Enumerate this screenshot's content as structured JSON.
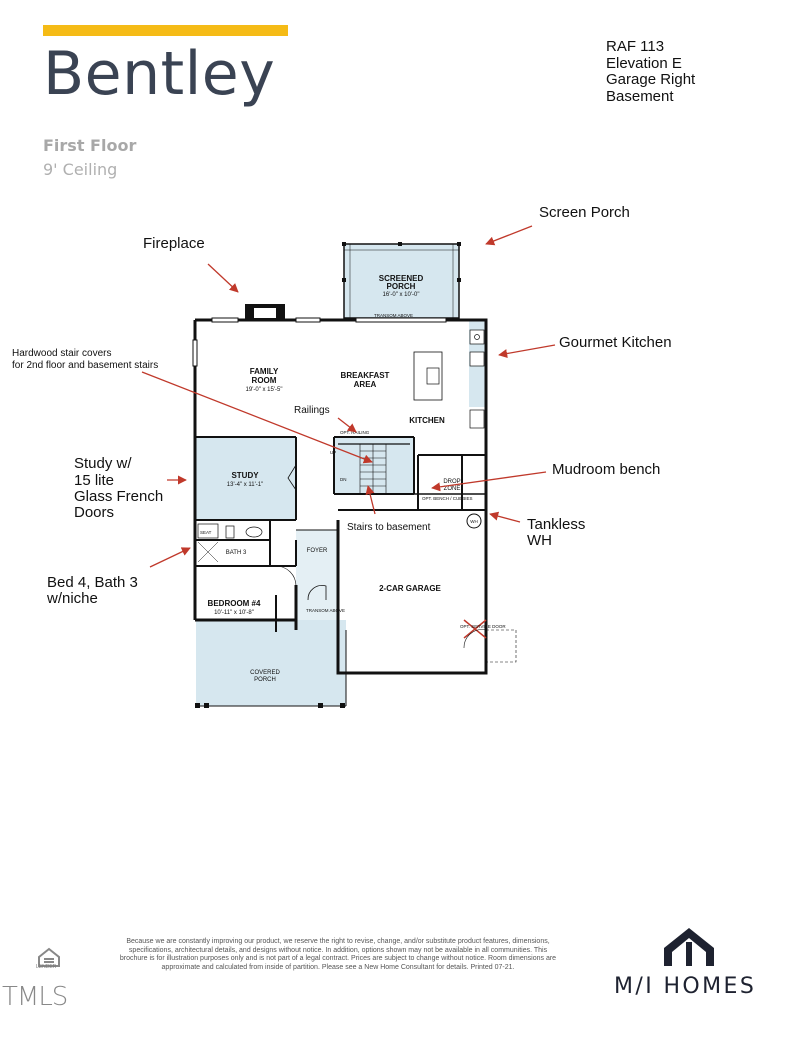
{
  "header": {
    "title": "Bentley",
    "floor": "First Floor",
    "ceiling": "9' Ceiling",
    "accent_color": "#f5bb16",
    "title_color": "#3a4353"
  },
  "model_info": [
    "RAF 113",
    "Elevation E",
    "Garage Right",
    "Basement"
  ],
  "callouts": {
    "screen_porch": "Screen Porch",
    "fireplace": "Fireplace",
    "gourmet_kitchen": "Gourmet Kitchen",
    "stair_covers_1": "Hardwood stair covers",
    "stair_covers_2": "for 2nd floor and basement stairs",
    "railings": "Railings",
    "study_1": "Study w/",
    "study_2": "15 lite",
    "study_3": "Glass French",
    "study_4": "Doors",
    "mudroom": "Mudroom bench",
    "tankless_1": "Tankless",
    "tankless_2": "WH",
    "stairs_basement": "Stairs to basement",
    "bed4_1": "Bed 4, Bath 3",
    "bed4_2": "w/niche"
  },
  "rooms": {
    "screened_porch_1": "SCREENED",
    "screened_porch_2": "PORCH",
    "screened_porch_dim": "16'-0\" x 10'-0\"",
    "transom_above": "TRANSOM ABOVE",
    "family_room_1": "FAMILY",
    "family_room_2": "ROOM",
    "family_room_dim": "19'-0\" x 15'-5\"",
    "breakfast_1": "BREAKFAST",
    "breakfast_2": "AREA",
    "kitchen": "KITCHEN",
    "study": "STUDY",
    "study_dim": "13'-4\" x 11'-1\"",
    "opt_railing": "OPT. RAILING",
    "up": "UP",
    "dn": "DN",
    "drop_zone_1": "DROP",
    "drop_zone_2": "ZONE",
    "opt_bench": "OPT. BENCH / CUBBIES",
    "wh": "WH",
    "seat": "SEAT",
    "bath3": "BATH 3",
    "foyer": "FOYER",
    "bedroom4": "BEDROOM #4",
    "bedroom4_dim": "10'-11\" x 10'-8\"",
    "transom_above_2": "TRANSOM ABOVE",
    "garage": "2-CAR GARAGE",
    "opt_service_door": "OPT. SERVICE DOOR",
    "covered_1": "COVERED",
    "covered_2": "PORCH"
  },
  "disclaimer": "Because we are constantly improving our product, we reserve the right to revise, change, and/or substitute product features, dimensions, specifications, architectural details, and designs without notice. In addition, options shown may not be available in all communities. This brochure is for illustration purposes only and is not part of a legal contract. Prices are subject to change without notice. Room dimensions are approximate and calculated from inside of partition. Please see a New Home Consultant for details. Printed 07-21.",
  "footer": {
    "eho": "LENDER",
    "tmls": "TMLS",
    "brand": "M/I HOMES"
  },
  "colors": {
    "porch_fill": "#d6e7ef",
    "wall": "#111111",
    "arrow": "#c0392b"
  }
}
